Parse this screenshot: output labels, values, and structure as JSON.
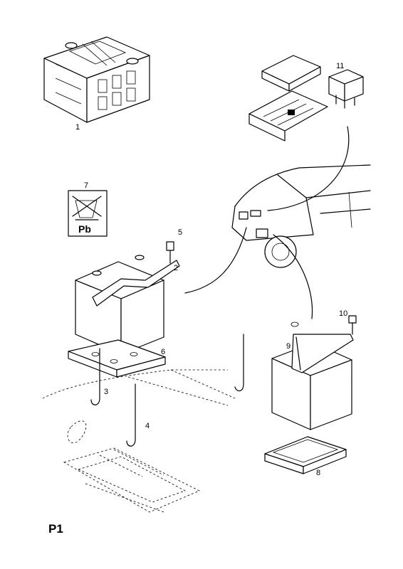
{
  "page": {
    "code": "P1"
  },
  "recycling_symbol": {
    "text": "Pb",
    "icon": "crossed-out-bin-icon"
  },
  "callouts": {
    "c1": "1",
    "c2": "2",
    "c3": "3",
    "c4": "4",
    "c5": "5",
    "c6": "6",
    "c7": "7",
    "c8": "8",
    "c9": "9",
    "c10": "10",
    "c11": "11"
  }
}
